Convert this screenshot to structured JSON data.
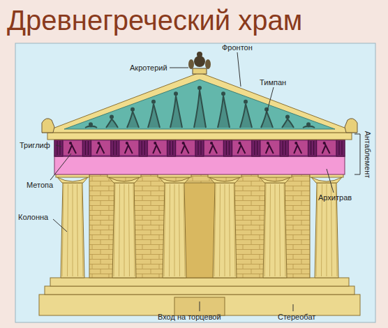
{
  "diagram": {
    "title": "Древнегреческий храм",
    "labels": [
      "Акротерий",
      "Фронтон",
      "Тимпан",
      "Антаблемент",
      "Триглиф",
      "Метопа",
      "Архитрав",
      "Колонна",
      "Вход на торцевой",
      "Стереобат"
    ]
  }
}
